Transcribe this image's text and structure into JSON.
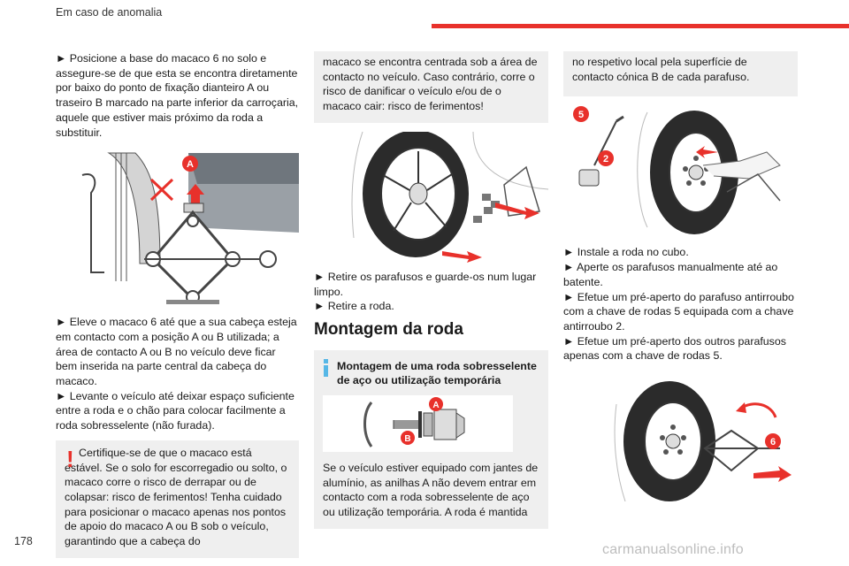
{
  "header": {
    "section": "Em caso de anomalia",
    "accent_color": "#e8312b"
  },
  "page_number": "178",
  "watermark": "carmanualsonline.info",
  "col1": {
    "step1": "► Posicione a base do macaco 6 no solo e assegure-se de que esta se encontra diretamente por baixo do ponto de fixação dianteiro A ou traseiro B marcado na parte inferior da carroçaria, aquele que estiver mais próximo da roda a substituir.",
    "figure1_label_a": "A",
    "step2": "► Eleve o macaco 6 até que a sua cabeça esteja em contacto com a posição A ou B utilizada; a área de contacto A ou B no veículo deve ficar bem inserida na parte central da cabeça do macaco.",
    "step3": "► Levante o veículo até deixar espaço suficiente entre a roda e o chão para colocar facilmente a roda sobresselente (não furada).",
    "warning_mark": "!",
    "warning": "Certifique-se de que o macaco está estável. Se o solo for escorregadio ou solto, o macaco corre o risco de derrapar ou de colapsar: risco de ferimentos! Tenha cuidado para posicionar o macaco apenas nos pontos de apoio do macaco A ou B sob o veículo, garantindo que a cabeça do"
  },
  "col2": {
    "cont_box": "macaco se encontra centrada sob a área de contacto no veículo. Caso contrário, corre o risco de danificar o veículo e/ou de o macaco cair: risco de ferimentos!",
    "step4": "► Retire os parafusos e guarde-os num lugar limpo.",
    "step5": "► Retire a roda.",
    "heading": "Montagem da roda",
    "info_title": "Montagem de uma roda sobresselente de aço ou utilização temporária",
    "figure3_label_a": "A",
    "figure3_label_b": "B",
    "info_text": "Se o veículo estiver equipado com jantes de alumínio, as anilhas A não devem entrar em contacto com a roda sobresselente de aço ou utilização temporária. A roda é mantida"
  },
  "col3": {
    "cont_box": "no respetivo local pela superfície de contacto cónica B de cada parafuso.",
    "figure4_label_5": "5",
    "figure4_label_2": "2",
    "step6": "► Instale a roda no cubo.",
    "step7": "► Aperte os parafusos manualmente até ao batente.",
    "step8": "► Efetue um pré-aperto do parafuso antirroubo com a chave de rodas 5 equipada com a chave antirroubo 2.",
    "step9": "► Efetue um pré-aperto dos outros parafusos apenas com a chave de rodas 5.",
    "figure5_label_6": "6"
  }
}
